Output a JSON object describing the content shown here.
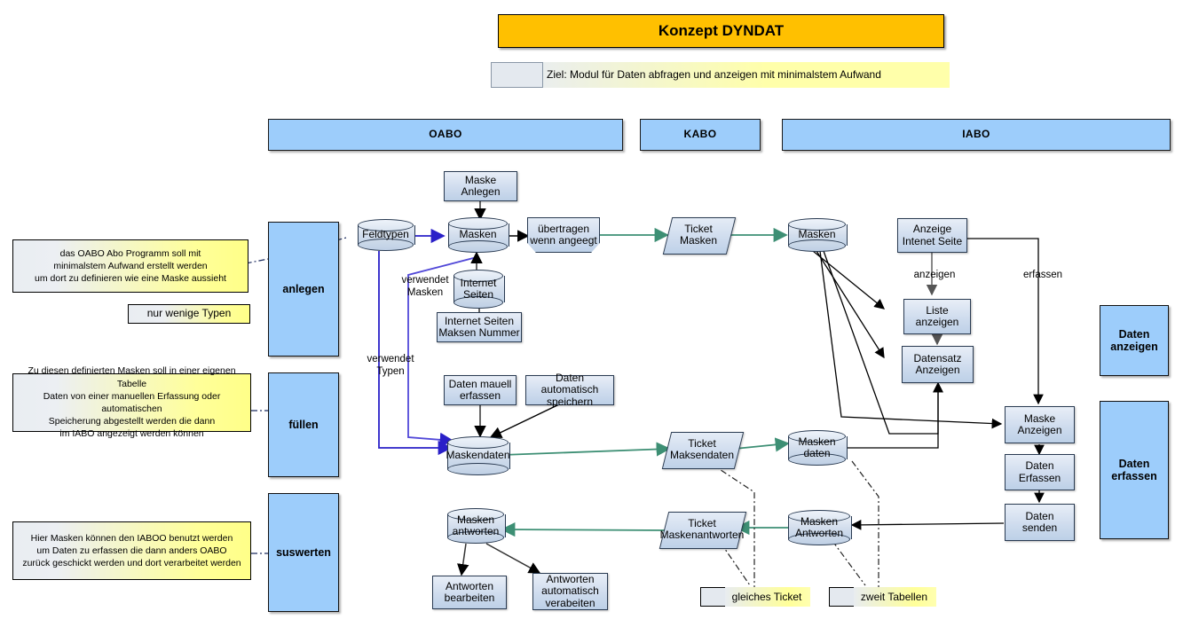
{
  "title": {
    "text": "Konzept DYNDAT",
    "bg": "#FFC000"
  },
  "goal": {
    "text": "Ziel: Modul für Daten abfragen und anzeigen mit minimalstem Aufwand"
  },
  "lanes": [
    {
      "label": "OABO"
    },
    {
      "label": "KABO"
    },
    {
      "label": "IABO"
    }
  ],
  "phases": [
    {
      "label": "anlegen"
    },
    {
      "label": "füllen"
    },
    {
      "label": "suswerten"
    }
  ],
  "results": [
    {
      "label": "Daten\nanzeigen",
      "line1": "Daten",
      "line2": "anzeigen"
    },
    {
      "label": "Daten\nerfassen",
      "line1": "Daten",
      "line2": "erfassen"
    }
  ],
  "notes": [
    {
      "name": "note-anlegen",
      "line1": "das OABO Abo Programm soll mit",
      "line2": "minimalstem Aufwand erstellt werden",
      "line3": "um dort zu definieren wie eine Maske aussieht"
    },
    {
      "name": "note-fuellen",
      "line1": "Zu diesen definierten Masken soll in einer eigenen Tabelle",
      "line2": "Daten von einer manuellen Erfassung oder automatischen",
      "line3": "Speicherung abgestellt werden die dann",
      "line4": "im IABO angezeigt werden können"
    },
    {
      "name": "note-suswerten",
      "line1": "Hier Masken können den IABOO benutzt werden",
      "line2": "um Daten zu erfassen die dann anders OABO",
      "line3": "zurück geschickt werden und dort verarbeitet werden"
    }
  ],
  "small_notes": [
    {
      "name": "note-nur-wenige-typen",
      "text": "nur wenige Typen"
    },
    {
      "name": "note-gleiches-ticket",
      "text": "gleiches Ticket"
    },
    {
      "name": "note-zweit-tabellen",
      "text": "zweit Tabellen"
    }
  ],
  "oabo": {
    "maske_anlegen": "Maske Anlegen",
    "feldtypen": "Feldtypen",
    "masken": "Masken",
    "internet_seiten_l1": "Internet",
    "internet_seiten_l2": "Seiten",
    "internet_seiten_nummer_l1": "Internet Seiten",
    "internet_seiten_nummer_l2": "Maksen Nummer",
    "uebertragen_l1": "übertragen",
    "uebertragen_l2": "wenn angeegt",
    "daten_manuell_l1": "Daten mauell",
    "daten_manuell_l2": "erfassen",
    "daten_auto_l1": "Daten automatisch",
    "daten_auto_l2": "speichern",
    "maskendaten": "Maskendaten",
    "masken_antworten_l1": "Masken",
    "masken_antworten_l2": "antworten",
    "antworten_bearbeiten_l1": "Antworten",
    "antworten_bearbeiten_l2": "bearbeiten",
    "antworten_auto_l1": "Antworten",
    "antworten_auto_l2": "automatisch",
    "antworten_auto_l3": "verabeiten"
  },
  "edge_labels": [
    {
      "name": "edge-verwendet-masken",
      "l1": "verwendet",
      "l2": "Masken"
    },
    {
      "name": "edge-verwendet-typen",
      "l1": "verwendet",
      "l2": "Typen"
    },
    {
      "name": "edge-anzeigen",
      "l1": "anzeigen"
    },
    {
      "name": "edge-erfassen",
      "l1": "erfassen"
    }
  ],
  "kabo": {
    "ticket_masken_l1": "Ticket",
    "ticket_masken_l2": "Masken",
    "ticket_maksendaten_l1": "Ticket",
    "ticket_maksendaten_l2": "Maksendaten",
    "ticket_maskenantworten_l1": "Ticket",
    "ticket_maskenantworten_l2": "Maskenantworten"
  },
  "iabo": {
    "masken": "Masken",
    "masken_daten_l1": "Masken",
    "masken_daten_l2": "daten",
    "masken_antworten_l1": "Masken",
    "masken_antworten_l2": "Antworten",
    "anzeige_internet_l1": "Anzeige",
    "anzeige_internet_l2": "Intenet Seite",
    "liste_anzeigen_l1": "Liste",
    "liste_anzeigen_l2": "anzeigen",
    "datensatz_anzeigen_l1": "Datensatz",
    "datensatz_anzeigen_l2": "Anzeigen",
    "maske_anzeigen_l1": "Maske",
    "maske_anzeigen_l2": "Anzeigen",
    "daten_erfassen_l1": "Daten",
    "daten_erfassen_l2": "Erfassen",
    "daten_senden_l1": "Daten",
    "daten_senden_l2": "senden"
  },
  "colors": {
    "accent_title": "#FFC000",
    "lane_blue": "#9DCDFB",
    "note_yellow": "#FFFF99",
    "flow_blue": "#2A20C8",
    "flow_green": "#3D8F74",
    "flow_black": "#000000"
  }
}
